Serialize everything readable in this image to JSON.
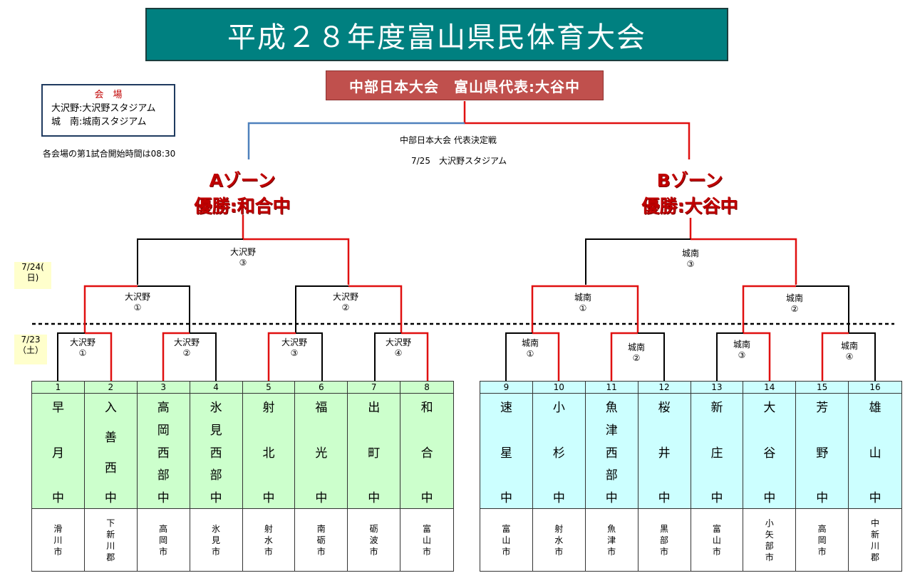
{
  "title": "平成２８年度富山県民体育大会",
  "champion_banner": "中部日本大会　富山県代表:大谷中",
  "venue_box": {
    "title": "会　場",
    "lines": [
      "大沢野:大沢野スタジアム",
      "城　南:城南スタジアム"
    ]
  },
  "start_time_note": "各会場の第1試合開始時間は08:30",
  "final": {
    "label": "中部日本大会  代表決定戦",
    "date_venue": "7/25　大沢野スタジアム"
  },
  "zone_a": {
    "name": "Aゾーン",
    "winner": "優勝:和合中"
  },
  "zone_b": {
    "name": "Bゾーン",
    "winner": "優勝:大谷中"
  },
  "dates": {
    "day2": "7/24(\n日)",
    "day1": "7/23\n（土）"
  },
  "matches": {
    "a1": {
      "venue": "大沢野",
      "no": "①"
    },
    "a2": {
      "venue": "大沢野",
      "no": "②"
    },
    "a3": {
      "venue": "大沢野",
      "no": "③"
    },
    "a4": {
      "venue": "大沢野",
      "no": "④"
    },
    "a_sf1": {
      "venue": "大沢野",
      "no": "①"
    },
    "a_sf2": {
      "venue": "大沢野",
      "no": "②"
    },
    "a_f": {
      "venue": "大沢野",
      "no": "③"
    },
    "b1": {
      "venue": "城南",
      "no": "①"
    },
    "b2": {
      "venue": "城南",
      "no": "②"
    },
    "b3": {
      "venue": "城南",
      "no": "③"
    },
    "b4": {
      "venue": "城南",
      "no": "④"
    },
    "b_sf1": {
      "venue": "城南",
      "no": "①"
    },
    "b_sf2": {
      "venue": "城南",
      "no": "②"
    },
    "b_f": {
      "venue": "城南",
      "no": "③"
    }
  },
  "teams": [
    {
      "num": "1",
      "name": [
        "早",
        "月",
        "中"
      ],
      "city": [
        "滑",
        "川",
        "市"
      ]
    },
    {
      "num": "2",
      "name": [
        "入",
        "善",
        "西",
        "中"
      ],
      "city": [
        "下",
        "新",
        "川",
        "郡"
      ]
    },
    {
      "num": "3",
      "name": [
        "高",
        "岡",
        "西",
        "部",
        "中"
      ],
      "city": [
        "高",
        "岡",
        "市"
      ]
    },
    {
      "num": "4",
      "name": [
        "氷",
        "見",
        "西",
        "部",
        "中"
      ],
      "city": [
        "氷",
        "見",
        "市"
      ]
    },
    {
      "num": "5",
      "name": [
        "射",
        "北",
        "中"
      ],
      "city": [
        "射",
        "水",
        "市"
      ]
    },
    {
      "num": "6",
      "name": [
        "福",
        "光",
        "中"
      ],
      "city": [
        "南",
        "砺",
        "市"
      ]
    },
    {
      "num": "7",
      "name": [
        "出",
        "町",
        "中"
      ],
      "city": [
        "砺",
        "波",
        "市"
      ]
    },
    {
      "num": "8",
      "name": [
        "和",
        "合",
        "中"
      ],
      "city": [
        "富",
        "山",
        "市"
      ]
    },
    {
      "num": "9",
      "name": [
        "速",
        "星",
        "中"
      ],
      "city": [
        "富",
        "山",
        "市"
      ]
    },
    {
      "num": "10",
      "name": [
        "小",
        "杉",
        "中"
      ],
      "city": [
        "射",
        "水",
        "市"
      ]
    },
    {
      "num": "11",
      "name": [
        "魚",
        "津",
        "西",
        "部",
        "中"
      ],
      "city": [
        "魚",
        "津",
        "市"
      ]
    },
    {
      "num": "12",
      "name": [
        "桜",
        "井",
        "中"
      ],
      "city": [
        "黒",
        "部",
        "市"
      ]
    },
    {
      "num": "13",
      "name": [
        "新",
        "庄",
        "中"
      ],
      "city": [
        "富",
        "山",
        "市"
      ]
    },
    {
      "num": "14",
      "name": [
        "大",
        "谷",
        "中"
      ],
      "city": [
        "小",
        "矢",
        "部",
        "市"
      ]
    },
    {
      "num": "15",
      "name": [
        "芳",
        "野",
        "中"
      ],
      "city": [
        "高",
        "岡",
        "市"
      ]
    },
    {
      "num": "16",
      "name": [
        "雄",
        "山",
        "中"
      ],
      "city": [
        "中",
        "新",
        "川",
        "郡"
      ]
    }
  ],
  "colors": {
    "win_line": "#e01010",
    "lose_line": "#000000",
    "final_loser": "#4f81bd"
  }
}
